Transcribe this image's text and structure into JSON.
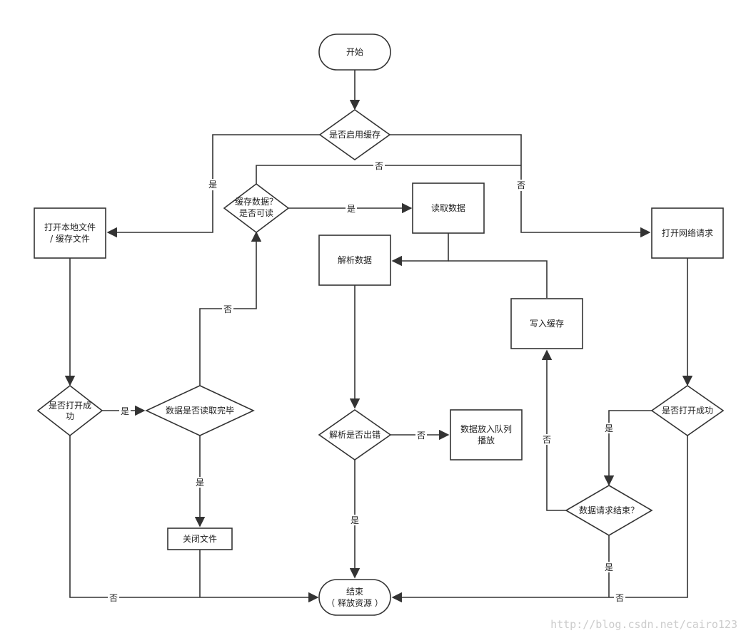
{
  "nodes": {
    "start": "开始",
    "cache_enabled": "是否启用缓存",
    "cache_readable_1": "缓存数据？",
    "cache_readable_2": "是否可读",
    "read_data": "读取数据",
    "open_local_1": "打开本地文件",
    "open_local_2": "/ 缓存文件",
    "parse_data": "解析数据",
    "open_network": "打开网络请求",
    "write_cache": "写入缓存",
    "open_ok_local_1": "是否打开成",
    "open_ok_local_2": "功",
    "read_done": "数据是否读取完毕",
    "parse_error": "解析是否出错",
    "enqueue_1": "数据放入队列",
    "enqueue_2": "播放",
    "open_ok_net": "是否打开成功",
    "request_done": "数据请求结束？",
    "close_file": "关闭文件",
    "end_1": "结束",
    "end_2": "（ 释放资源 ）"
  },
  "edge_labels": {
    "yes": "是",
    "no": "否"
  },
  "watermark": "http://blog.csdn.net/cairo123"
}
